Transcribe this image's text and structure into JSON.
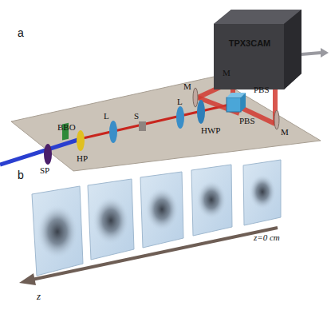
{
  "diagram": {
    "nodes": [
      {
        "text": [
          "TPX3CAM"
        ]
      }
    ],
    "labels": [
      "a",
      "M",
      "PBS",
      "M",
      "PBS",
      "M",
      "BBO",
      "L",
      "S",
      "L",
      "HWP",
      "HP",
      "SP",
      "b",
      "z=0 cm",
      "z"
    ]
  }
}
